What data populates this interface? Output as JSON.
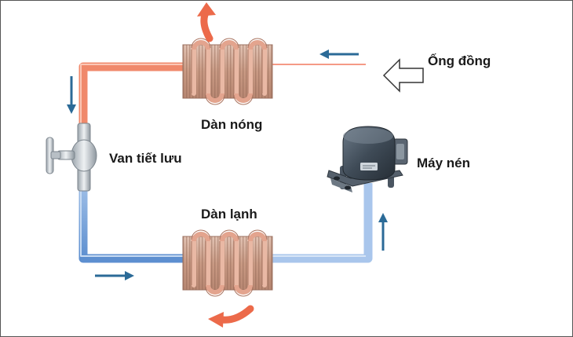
{
  "labels": {
    "hot_coil": "Dàn nóng",
    "cold_coil": "Dàn lạnh",
    "valve": "Van tiết lưu",
    "compressor": "Máy nén",
    "copper_pipe": "Ống đồng"
  },
  "colors": {
    "hot_pipe": "#f08a6a",
    "hot_pipe_strong": "#e63b22",
    "cold_pipe": "#5d8fd0",
    "cold_pipe_light": "#a9c6ec",
    "flow_arrow": "#2b6a97",
    "heat_arrow": "#ec6a4a",
    "coil_fill": "#cfa692"
  },
  "icons": {
    "valve": "valve-icon",
    "compressor": "compressor-icon",
    "copper_pipe_pointer": "hollow-arrow-left-icon"
  }
}
